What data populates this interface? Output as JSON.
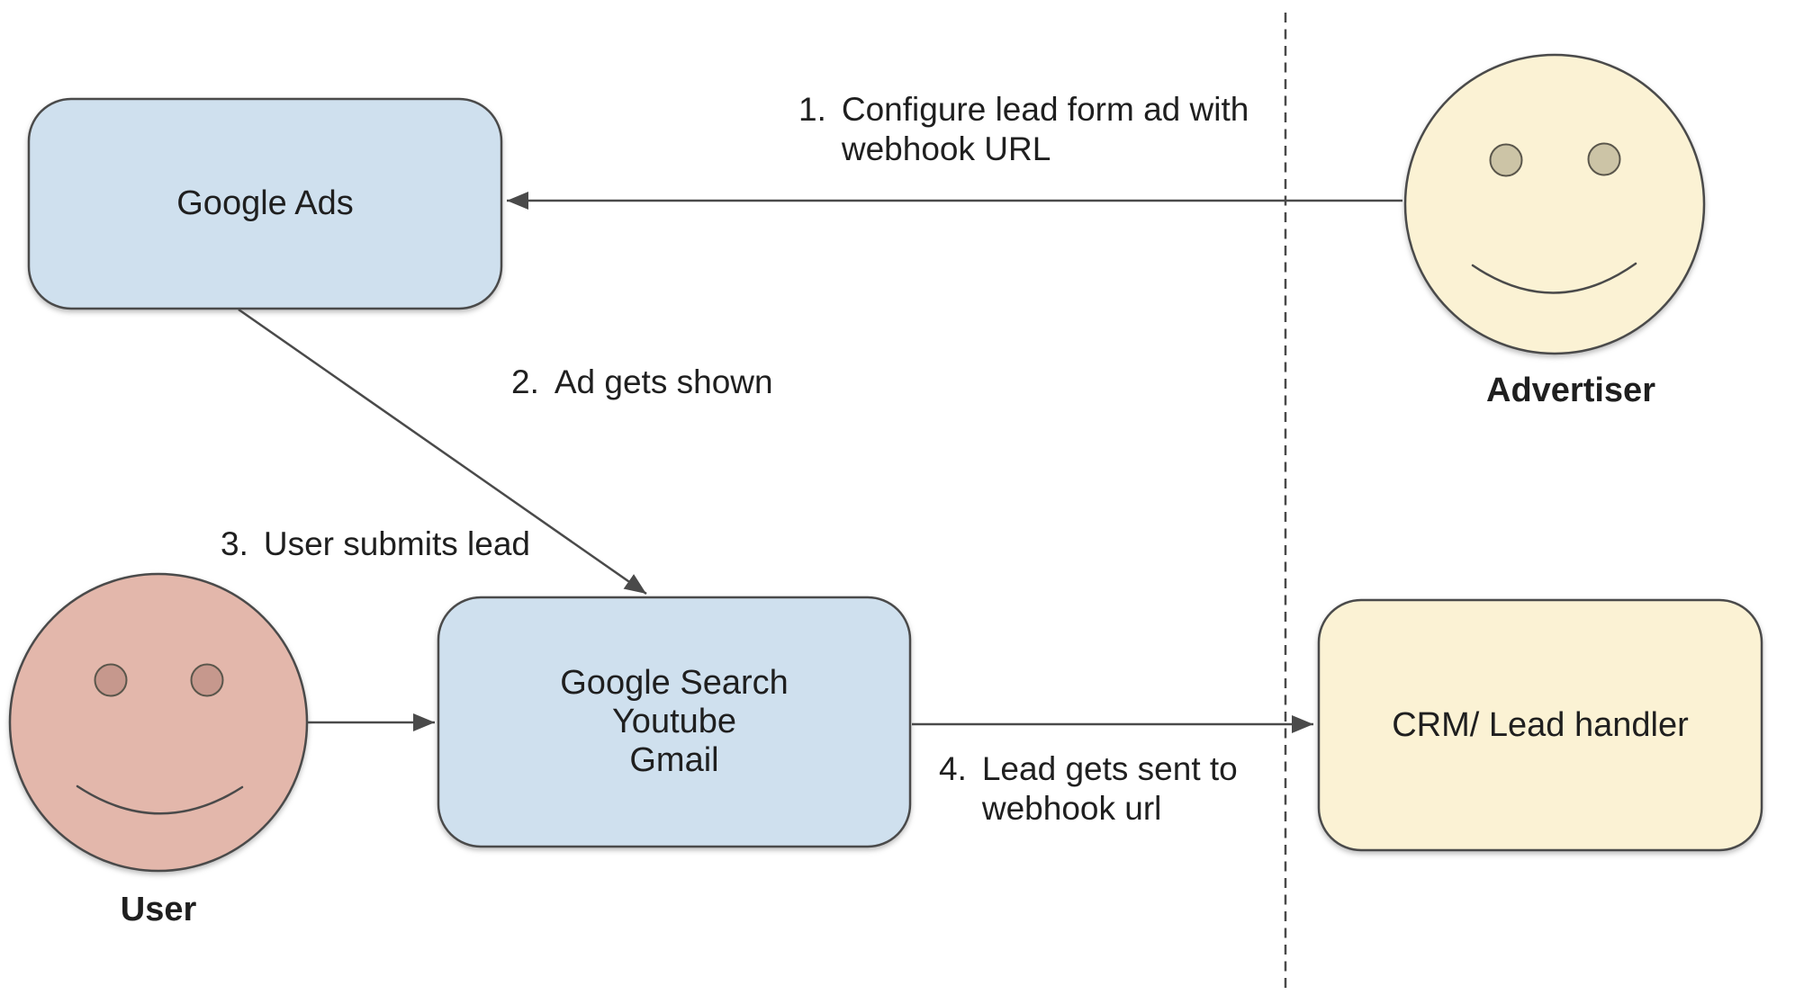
{
  "diagram": {
    "nodes": {
      "google_ads": {
        "label": "Google Ads"
      },
      "platforms": {
        "lines": [
          "Google Search",
          "Youtube",
          "Gmail"
        ]
      },
      "crm": {
        "label": "CRM/ Lead handler"
      },
      "advertiser": {
        "name": "Advertiser"
      },
      "user": {
        "name": "User"
      }
    },
    "steps": [
      {
        "num": "1.",
        "lines": [
          "Configure lead form ad with",
          "webhook URL"
        ]
      },
      {
        "num": "2.",
        "lines": [
          "Ad gets shown"
        ]
      },
      {
        "num": "3.",
        "lines": [
          "User submits lead"
        ]
      },
      {
        "num": "4.",
        "lines": [
          "Lead gets sent to",
          "webhook url"
        ]
      }
    ],
    "colors": {
      "box_blue": "#cfe0ee",
      "box_cream": "#fbf2d4",
      "face_cream": "#fbf2d4",
      "face_pink": "#e3b7ab",
      "eye_tan": "#ccc4a6",
      "eye_pink": "#c6988d",
      "line": "#4a4a4a",
      "text": "#1f1f1f"
    }
  }
}
